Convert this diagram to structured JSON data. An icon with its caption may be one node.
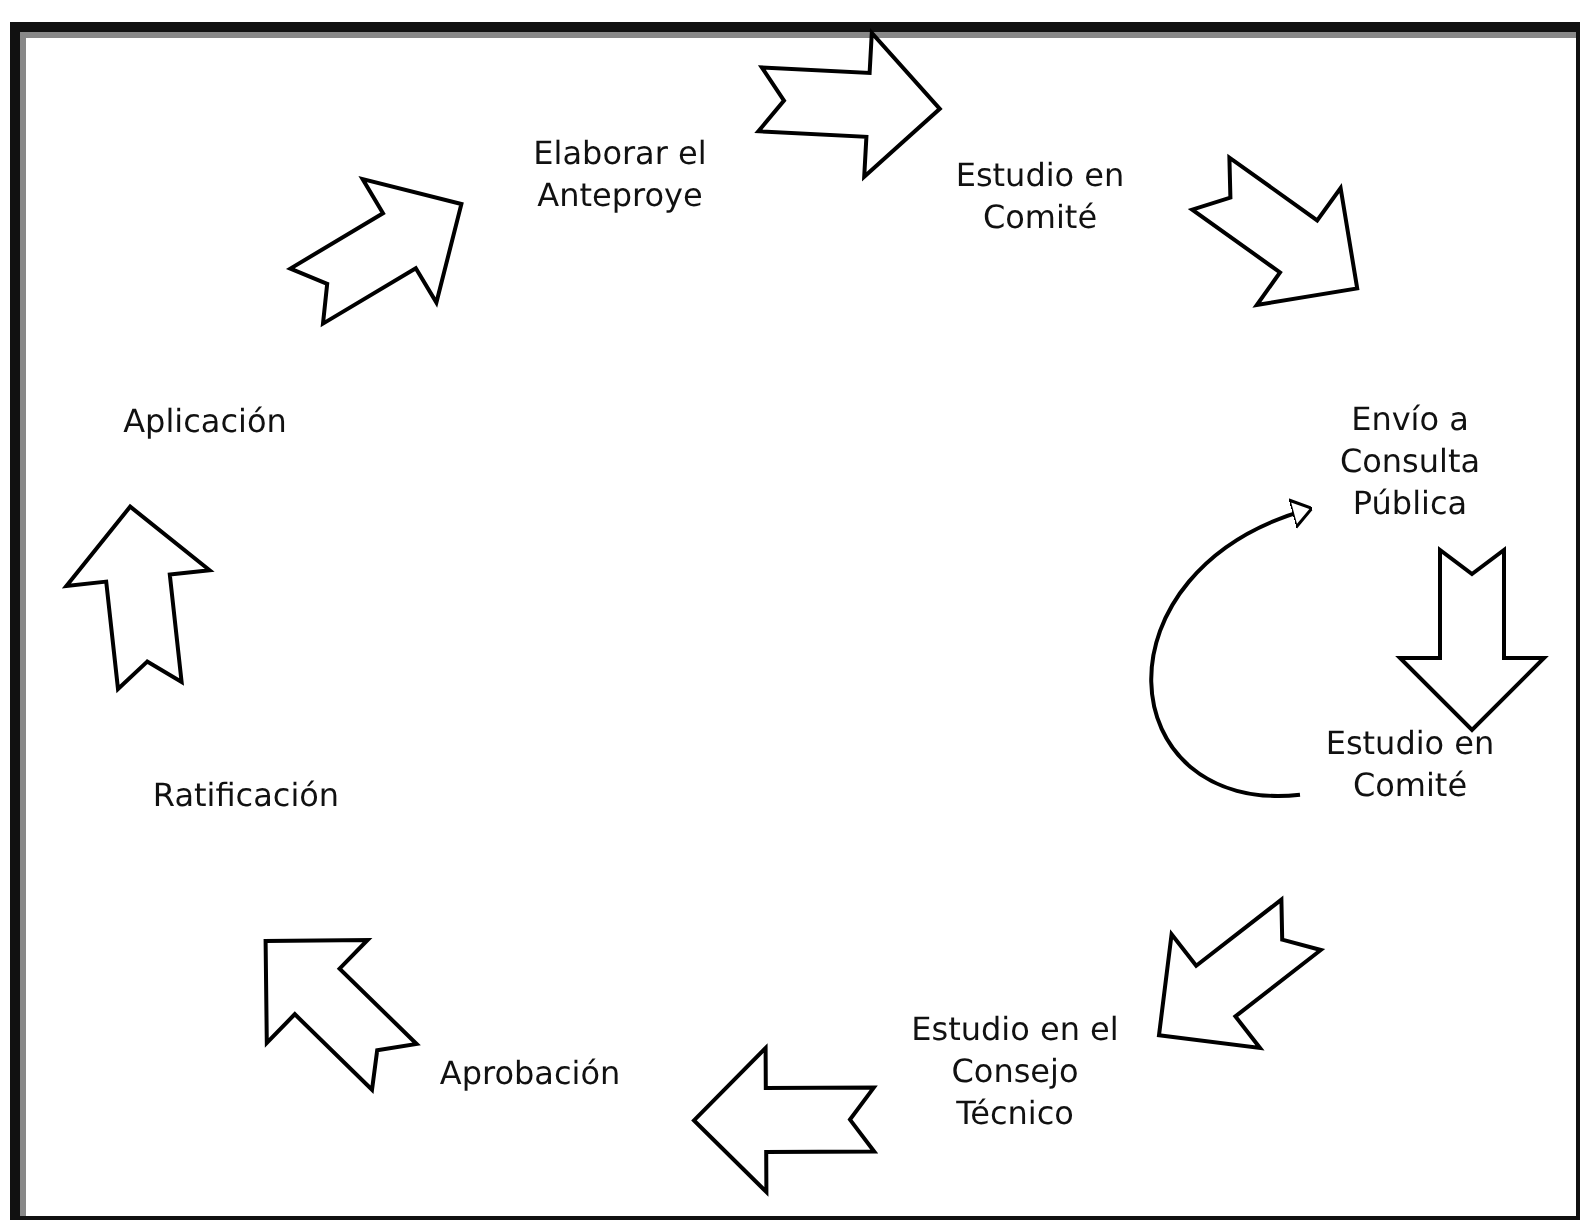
{
  "diagram": {
    "nodes": [
      {
        "text": [
          "Elaborar el Anteproye"
        ]
      },
      {
        "text": [
          "Estudio en Comité"
        ]
      },
      {
        "text": [
          "Envío a Consulta Pública"
        ]
      },
      {
        "text": [
          "Estudio en Comité"
        ]
      },
      {
        "text": [
          "Estudio en el Consejo Técnico"
        ]
      },
      {
        "text": [
          "Aprobación"
        ]
      },
      {
        "text": [
          "Ratificación"
        ]
      },
      {
        "text": [
          "Aplicación"
        ]
      }
    ],
    "edges": [
      {
        "from": 0,
        "to": 1,
        "arrow": "to"
      },
      {
        "from": 1,
        "to": 2,
        "arrow": "to"
      },
      {
        "from": 2,
        "to": 3,
        "arrow": "to"
      },
      {
        "from": 3,
        "to": 4,
        "arrow": "to"
      },
      {
        "from": 4,
        "to": 5,
        "arrow": "to"
      },
      {
        "from": 5,
        "to": 6,
        "arrow": "to"
      },
      {
        "from": 6,
        "to": 7,
        "arrow": "to"
      },
      {
        "from": 7,
        "to": 0,
        "arrow": "to"
      },
      {
        "from": 3,
        "to": 2,
        "arrow": "to"
      }
    ]
  }
}
